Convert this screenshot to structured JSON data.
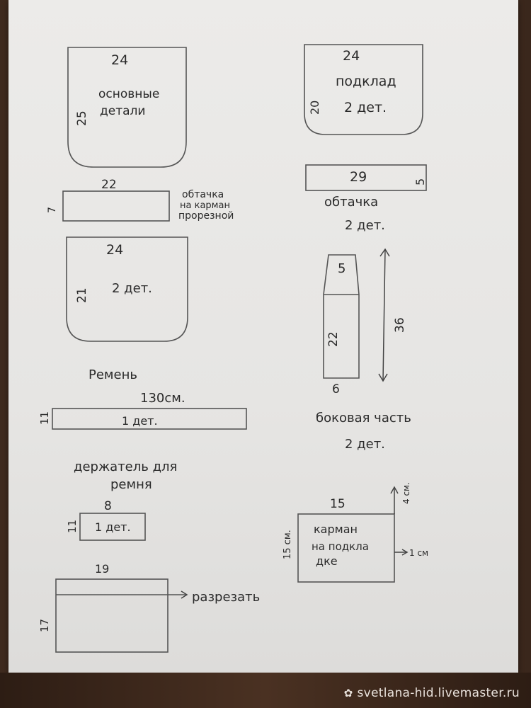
{
  "pieces": {
    "main": {
      "width": "24",
      "height": "25",
      "label1": "основные",
      "label2": "детали"
    },
    "lining": {
      "width": "24",
      "height": "20",
      "label1": "подклад",
      "label2": "2 дет."
    },
    "pocket_facing": {
      "width": "22",
      "height": "7",
      "label1": "обтачка",
      "label2": "на карман",
      "label3": "прорезной"
    },
    "facing": {
      "width": "29",
      "height": "5",
      "label1": "обтачка",
      "label2": "2 дет."
    },
    "second": {
      "width": "24",
      "height": "21",
      "label": "2 дет."
    },
    "side": {
      "top": "5",
      "height": "22",
      "total": "36",
      "bottom": "6",
      "label1": "боковая часть",
      "label2": "2 дет."
    },
    "strap": {
      "title": "Ремень",
      "length": "130см.",
      "height": "11",
      "label": "1 дет."
    },
    "holder": {
      "title1": "держатель для",
      "title2": "ремня",
      "width": "8",
      "height": "11",
      "label": "1 дет."
    },
    "zipper_pocket": {
      "width": "15",
      "height": "15 см.",
      "label1": "карман",
      "label2": "на подкла",
      "label3": "дке",
      "right_mark": "1 см",
      "top_mark": "4 см."
    },
    "cut": {
      "width": "19",
      "height": "17",
      "label": "разрезать"
    }
  },
  "watermark": "svetlana-hid.livemaster.ru"
}
